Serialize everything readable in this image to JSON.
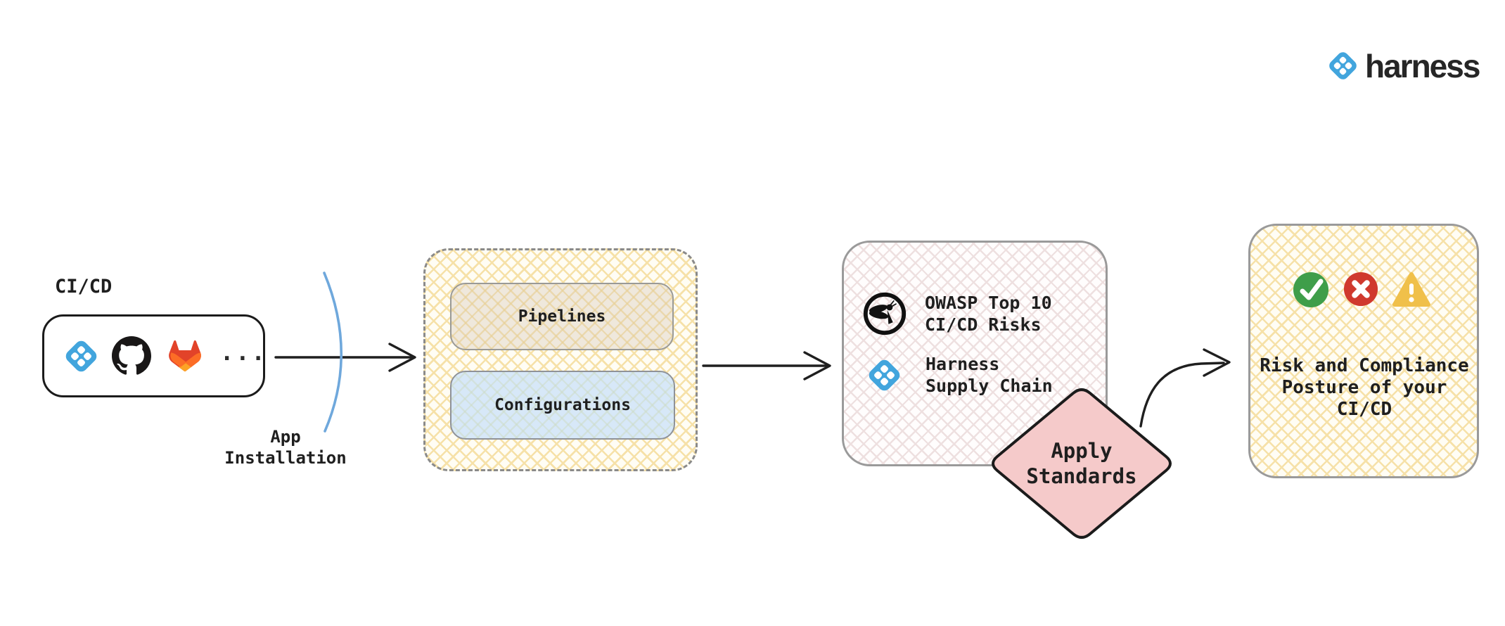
{
  "logo": {
    "wordmark": "harness"
  },
  "source": {
    "title": "CI/CD",
    "tools": [
      "harness",
      "github",
      "gitlab"
    ],
    "ellipsis": "...",
    "arrow_label": "App\nInstallation"
  },
  "ingest": {
    "pipelines_label": "Pipelines",
    "configurations_label": "Configurations"
  },
  "standards": {
    "owasp_label": "OWASP Top 10\nCI/CD Risks",
    "harness_label": "Harness\nSupply Chain"
  },
  "apply": {
    "label": "Apply\nStandards"
  },
  "result": {
    "label": "Risk and Compliance\nPosture of your\nCI/CD",
    "status_icons": [
      "success-check",
      "error-cross",
      "warning-triangle"
    ]
  },
  "colors": {
    "harness_blue": "#42a5dd",
    "arrow_black": "#1f1f1f",
    "installation_arc_blue": "#6fa8dc",
    "lattice_yellow": "#f6e1a8",
    "lattice_pink": "#eee0e0",
    "pipelines_fill": "#efe8dc",
    "configurations_fill": "#d7e8f8",
    "diamond_fill": "#f5caca",
    "success_green": "#3f9e4a",
    "error_red": "#d0392e",
    "warning_amber": "#f0c04a"
  }
}
